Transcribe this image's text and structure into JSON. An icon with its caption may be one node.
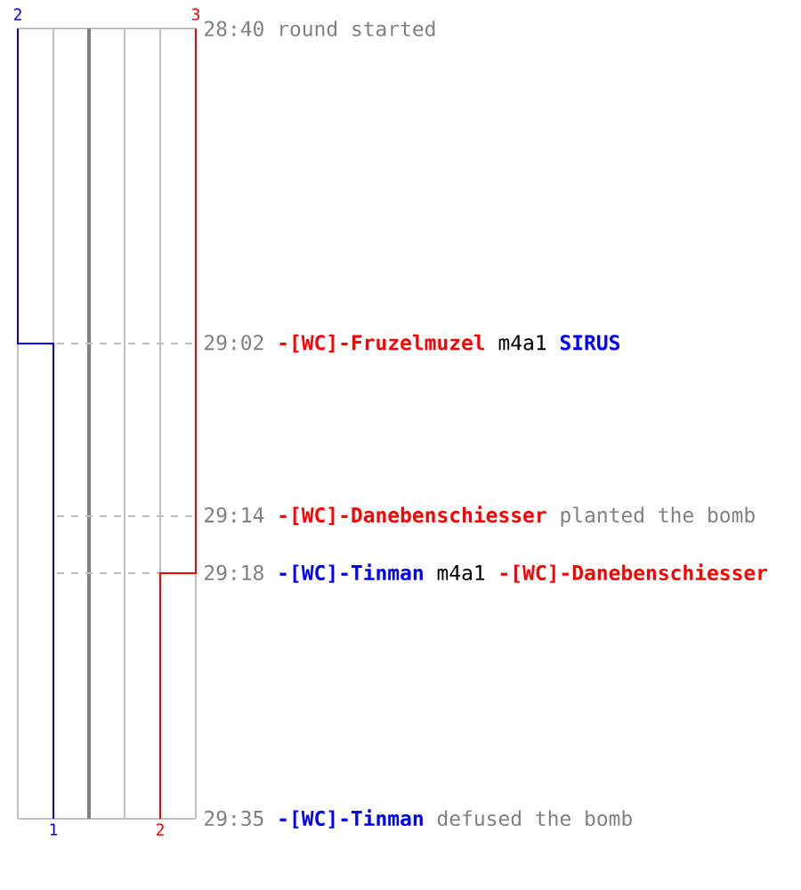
{
  "diagram": {
    "labels": [
      "2",
      "3",
      "28:40",
      "round started",
      "29:02",
      "-[WC]-Fruzelmuzel",
      "m4a1",
      "SIRUS",
      "29:14",
      "-[WC]-Danebenschiesser",
      "planted the bomb",
      "29:18",
      "-[WC]-Tinman",
      "m4a1",
      "-[WC]-Danebenschiesser",
      "1",
      "2",
      "29:35",
      "-[WC]-Tinman",
      "defused the bomb"
    ]
  }
}
